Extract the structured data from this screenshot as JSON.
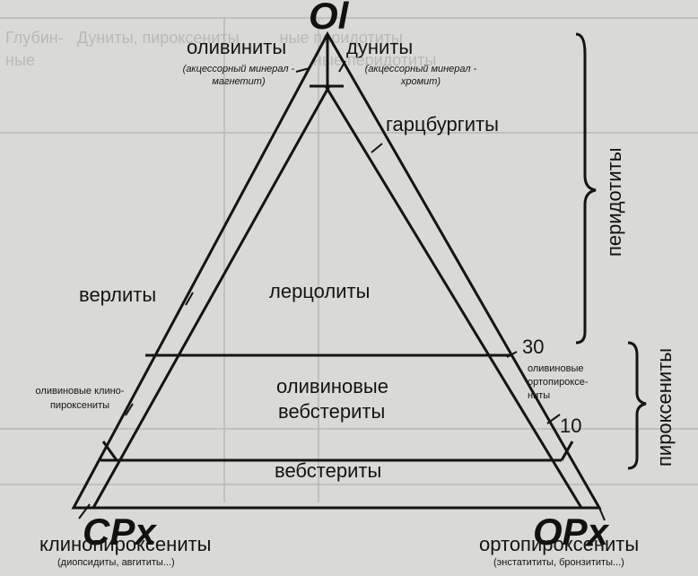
{
  "corners": {
    "top": "Ol",
    "left": "CPx",
    "right": "OPx"
  },
  "labels": {
    "olivinites": "оливиниты",
    "olivinites_note": "(акцессорный минерал - магнетит)",
    "dunites": "дуниты",
    "dunites_note": "(акцессорный минерал - хромит)",
    "harzburgites": "гарцбургиты",
    "wehrlites": "верлиты",
    "lherzolites": "лерцолиты",
    "olivine_clinopyroxenites": "оливиновые клино- пироксениты",
    "olivine_websterites_1": "оливиновые",
    "olivine_websterites_2": "вебстериты",
    "olivine_orthopyroxenites": "оливиновые ортопироксе- ниты",
    "websterites": "вебстериты",
    "clinopyroxenites": "клинопироксениты",
    "clinopyroxenites_note": "(диопсидиты, авгититы...)",
    "orthopyroxenites": "ортопироксениты",
    "orthopyroxenites_note": "(энстатититы, бронзититы...)",
    "mark_30": "30",
    "mark_10": "10"
  },
  "groups": {
    "peridotites": "перидотиты",
    "pyroxenites": "пироксениты"
  }
}
